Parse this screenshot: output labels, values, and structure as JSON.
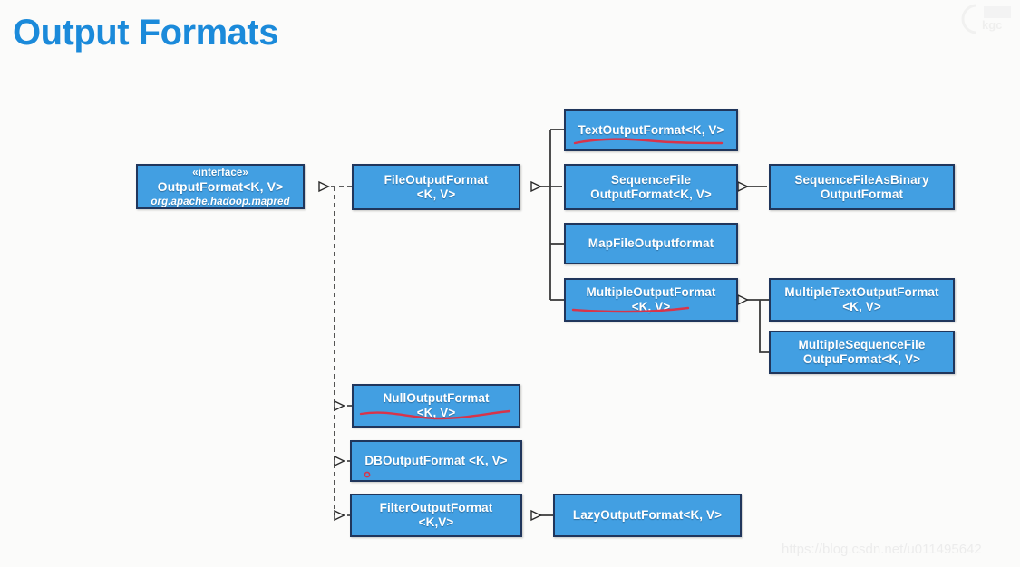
{
  "slide": {
    "title": "Output Formats",
    "watermark": "https://blog.csdn.net/u011495642",
    "logo_text": "kgc",
    "accent_color": "#1b8ada",
    "box_fill": "#429fe2",
    "box_border": "#20365c",
    "annotation_color": "#d8344a",
    "background": "#fbfbfa"
  },
  "diagram": {
    "type": "uml-class-hierarchy",
    "nodes": [
      {
        "id": "outputformat-interface",
        "stereotype": "«interface»",
        "name": "OutputFormat<K, V>",
        "package": "org.apache.hadoop.mapred",
        "annotation": null
      },
      {
        "id": "fileoutputformat",
        "line1": "FileOutputFormat",
        "line2": "<K, V>",
        "annotation": null
      },
      {
        "id": "textoutputformat",
        "line1": "TextOutputFormat<K, V>",
        "line2": "",
        "annotation": "red-underline"
      },
      {
        "id": "sequencefileoutputformat",
        "line1": "SequenceFile",
        "line2": "OutputFormat<K, V>",
        "annotation": null
      },
      {
        "id": "sequencefileasbinaryoutputformat",
        "line1": "SequenceFileAsBinary",
        "line2": "OutputFormat",
        "annotation": null
      },
      {
        "id": "mapfileoutputformat",
        "line1": "MapFileOutputformat",
        "line2": "",
        "annotation": null
      },
      {
        "id": "multipleoutputformat",
        "line1": "MultipleOutputFormat",
        "line2": "<K, V>",
        "annotation": "red-strikethrough"
      },
      {
        "id": "multipletextoutputformat",
        "line1": "MultipleTextOutputFormat",
        "line2": "<K, V>",
        "annotation": null
      },
      {
        "id": "multiplesequencefileoutputformat",
        "line1": "MultipleSequenceFile",
        "line2": "OutpuFormat<K, V>",
        "annotation": null
      },
      {
        "id": "nulloutputformat",
        "line1": "NullOutputFormat",
        "line2": "<K, V>",
        "annotation": "red-strikethrough"
      },
      {
        "id": "dboutputformat",
        "line1": "DBOutputFormat <K, V>",
        "line2": "",
        "annotation": "red-dot"
      },
      {
        "id": "filteroutputformat",
        "line1": "FilterOutputFormat",
        "line2": "<K,V>",
        "annotation": null
      },
      {
        "id": "lazyoutputformat",
        "line1": "LazyOutputFormat<K, V>",
        "line2": "",
        "annotation": null
      }
    ],
    "edges": [
      {
        "from": "fileoutputformat",
        "to": "outputformat-interface",
        "style": "dashed",
        "arrow": "hollow-triangle"
      },
      {
        "from": "nulloutputformat",
        "to": "outputformat-interface",
        "style": "dashed",
        "arrow": "hollow-triangle"
      },
      {
        "from": "dboutputformat",
        "to": "outputformat-interface",
        "style": "dashed",
        "arrow": "hollow-triangle"
      },
      {
        "from": "filteroutputformat",
        "to": "outputformat-interface",
        "style": "dashed",
        "arrow": "hollow-triangle"
      },
      {
        "from": "textoutputformat",
        "to": "fileoutputformat",
        "style": "solid",
        "arrow": "hollow-triangle"
      },
      {
        "from": "sequencefileoutputformat",
        "to": "fileoutputformat",
        "style": "solid",
        "arrow": "hollow-triangle"
      },
      {
        "from": "mapfileoutputformat",
        "to": "fileoutputformat",
        "style": "solid",
        "arrow": "hollow-triangle"
      },
      {
        "from": "multipleoutputformat",
        "to": "fileoutputformat",
        "style": "solid",
        "arrow": "hollow-triangle"
      },
      {
        "from": "sequencefileasbinaryoutputformat",
        "to": "sequencefileoutputformat",
        "style": "solid",
        "arrow": "hollow-triangle"
      },
      {
        "from": "multipletextoutputformat",
        "to": "multipleoutputformat",
        "style": "solid",
        "arrow": "hollow-triangle"
      },
      {
        "from": "multiplesequencefileoutputformat",
        "to": "multipleoutputformat",
        "style": "solid",
        "arrow": "hollow-triangle"
      },
      {
        "from": "lazyoutputformat",
        "to": "filteroutputformat",
        "style": "solid",
        "arrow": "hollow-triangle"
      }
    ]
  }
}
